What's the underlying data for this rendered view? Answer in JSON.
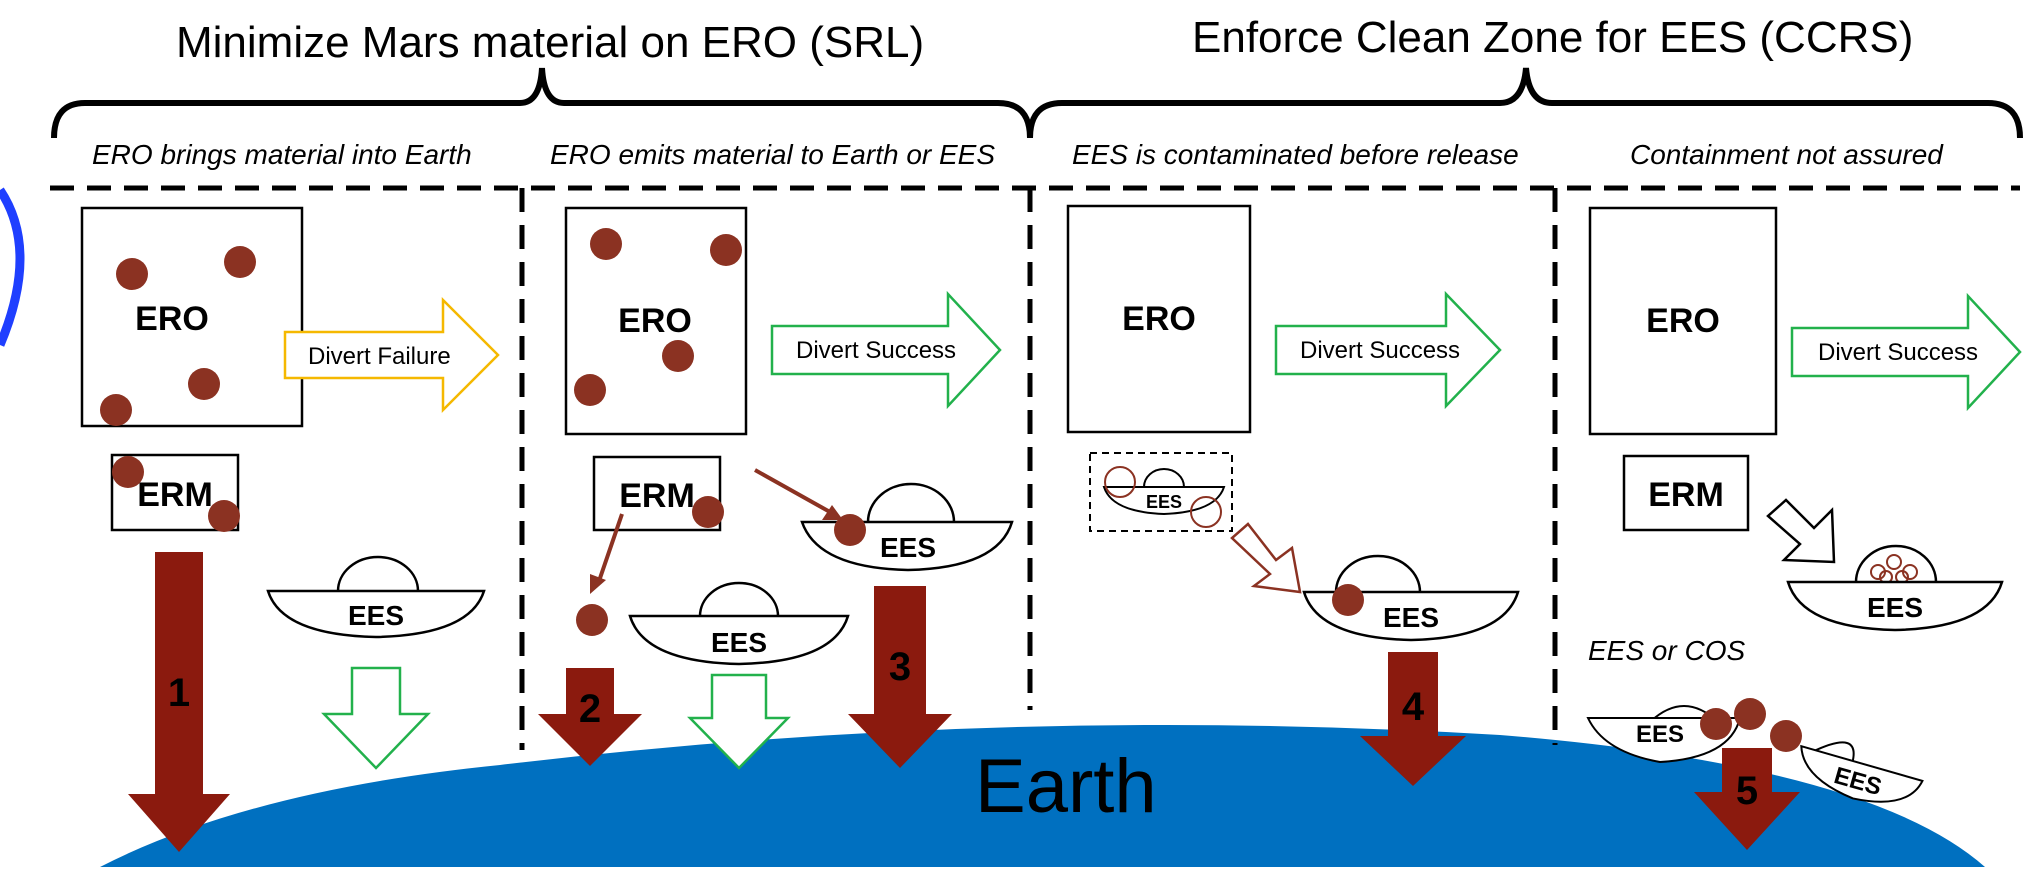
{
  "headers": {
    "left": "Minimize Mars material on ERO (SRL)",
    "right": "Enforce Clean Zone for EES (CCRS)"
  },
  "columns": [
    {
      "subtitle": "ERO brings material into Earth",
      "ero": "ERO",
      "erm": "ERM",
      "ees": "EES",
      "arrow_label": "Divert Failure",
      "arrow_color": "#f5b800",
      "number": "1"
    },
    {
      "subtitle": "ERO emits material to Earth or EES",
      "ero": "ERO",
      "erm": "ERM",
      "ees_a": "EES",
      "ees_b": "EES",
      "arrow_label": "Divert Success",
      "arrow_color": "#22b14c",
      "number_a": "2",
      "number_b": "3"
    },
    {
      "subtitle": "EES is contaminated before release",
      "ero": "ERO",
      "ees_small": "EES",
      "ees": "EES",
      "arrow_label": "Divert Success",
      "arrow_color": "#22b14c",
      "number": "4"
    },
    {
      "subtitle": "Containment not assured",
      "ero": "ERO",
      "erm": "ERM",
      "ees": "EES",
      "arrow_label": "Divert Success",
      "arrow_color": "#22b14c",
      "caption": "EES or COS",
      "ees_b": "EES",
      "ees_c": "EES",
      "number": "5"
    }
  ],
  "earth": {
    "label": "Earth"
  },
  "colors": {
    "particle": "#8b3222",
    "big_arrow": "#8b1a0e",
    "earth": "#0070c0",
    "ring": "#1f3fff"
  }
}
